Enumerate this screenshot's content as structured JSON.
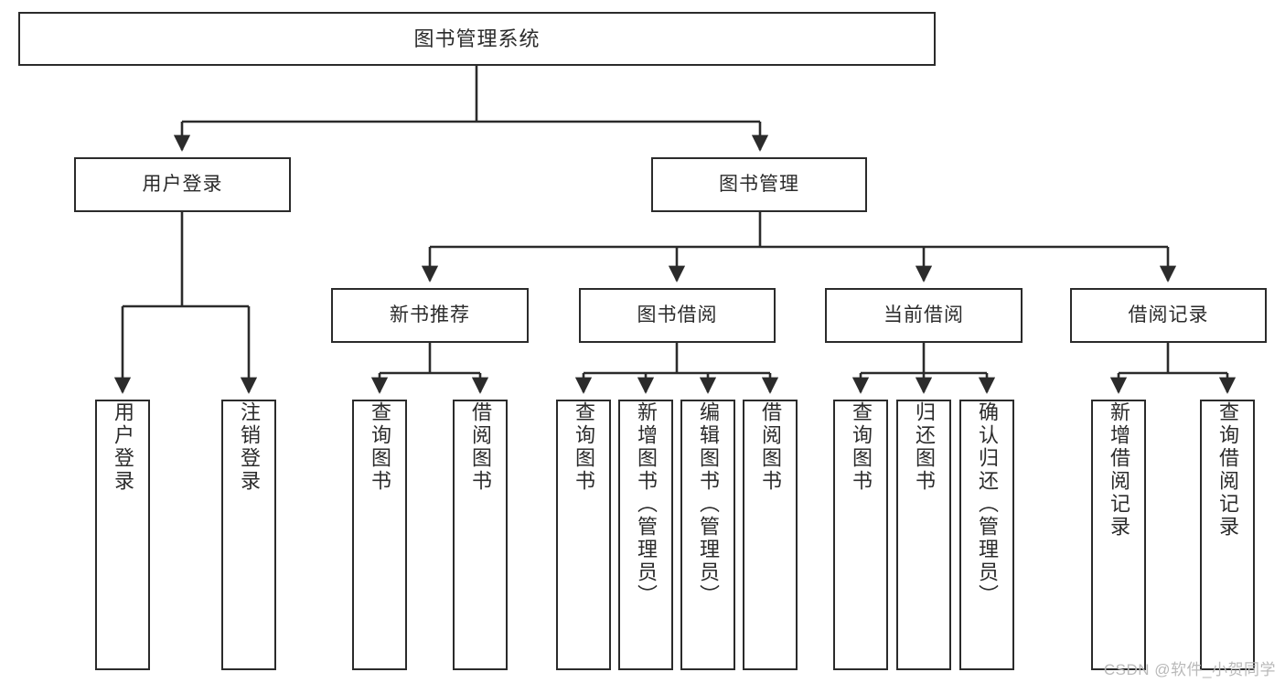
{
  "diagram": {
    "title": "图书管理系统",
    "type": "tree",
    "watermark": "CSDN @软件_小贺同学",
    "colors": {
      "stroke": "#2b2b2b",
      "fill": "#ffffff",
      "watermark": "#b9b9b9"
    },
    "root": {
      "label": "图书管理系统"
    },
    "level2": [
      {
        "label": "用户登录"
      },
      {
        "label": "图书管理"
      }
    ],
    "level3": [
      {
        "label": "新书推荐"
      },
      {
        "label": "图书借阅"
      },
      {
        "label": "当前借阅"
      },
      {
        "label": "借阅记录"
      }
    ],
    "leaves": {
      "user_login": [
        {
          "label": "用户登录"
        },
        {
          "label": "注销登录"
        }
      ],
      "new_book": [
        {
          "label": "查询图书"
        },
        {
          "label": "借阅图书"
        }
      ],
      "book_borrow": [
        {
          "label": "查询图书"
        },
        {
          "label": "新增图书（管理员）"
        },
        {
          "label": "编辑图书（管理员）"
        },
        {
          "label": "借阅图书"
        }
      ],
      "current_borrow": [
        {
          "label": "查询图书"
        },
        {
          "label": "归还图书"
        },
        {
          "label": "确认归还（管理员）"
        }
      ],
      "borrow_record": [
        {
          "label": "新增借阅记录"
        },
        {
          "label": "查询借阅记录"
        }
      ]
    }
  }
}
